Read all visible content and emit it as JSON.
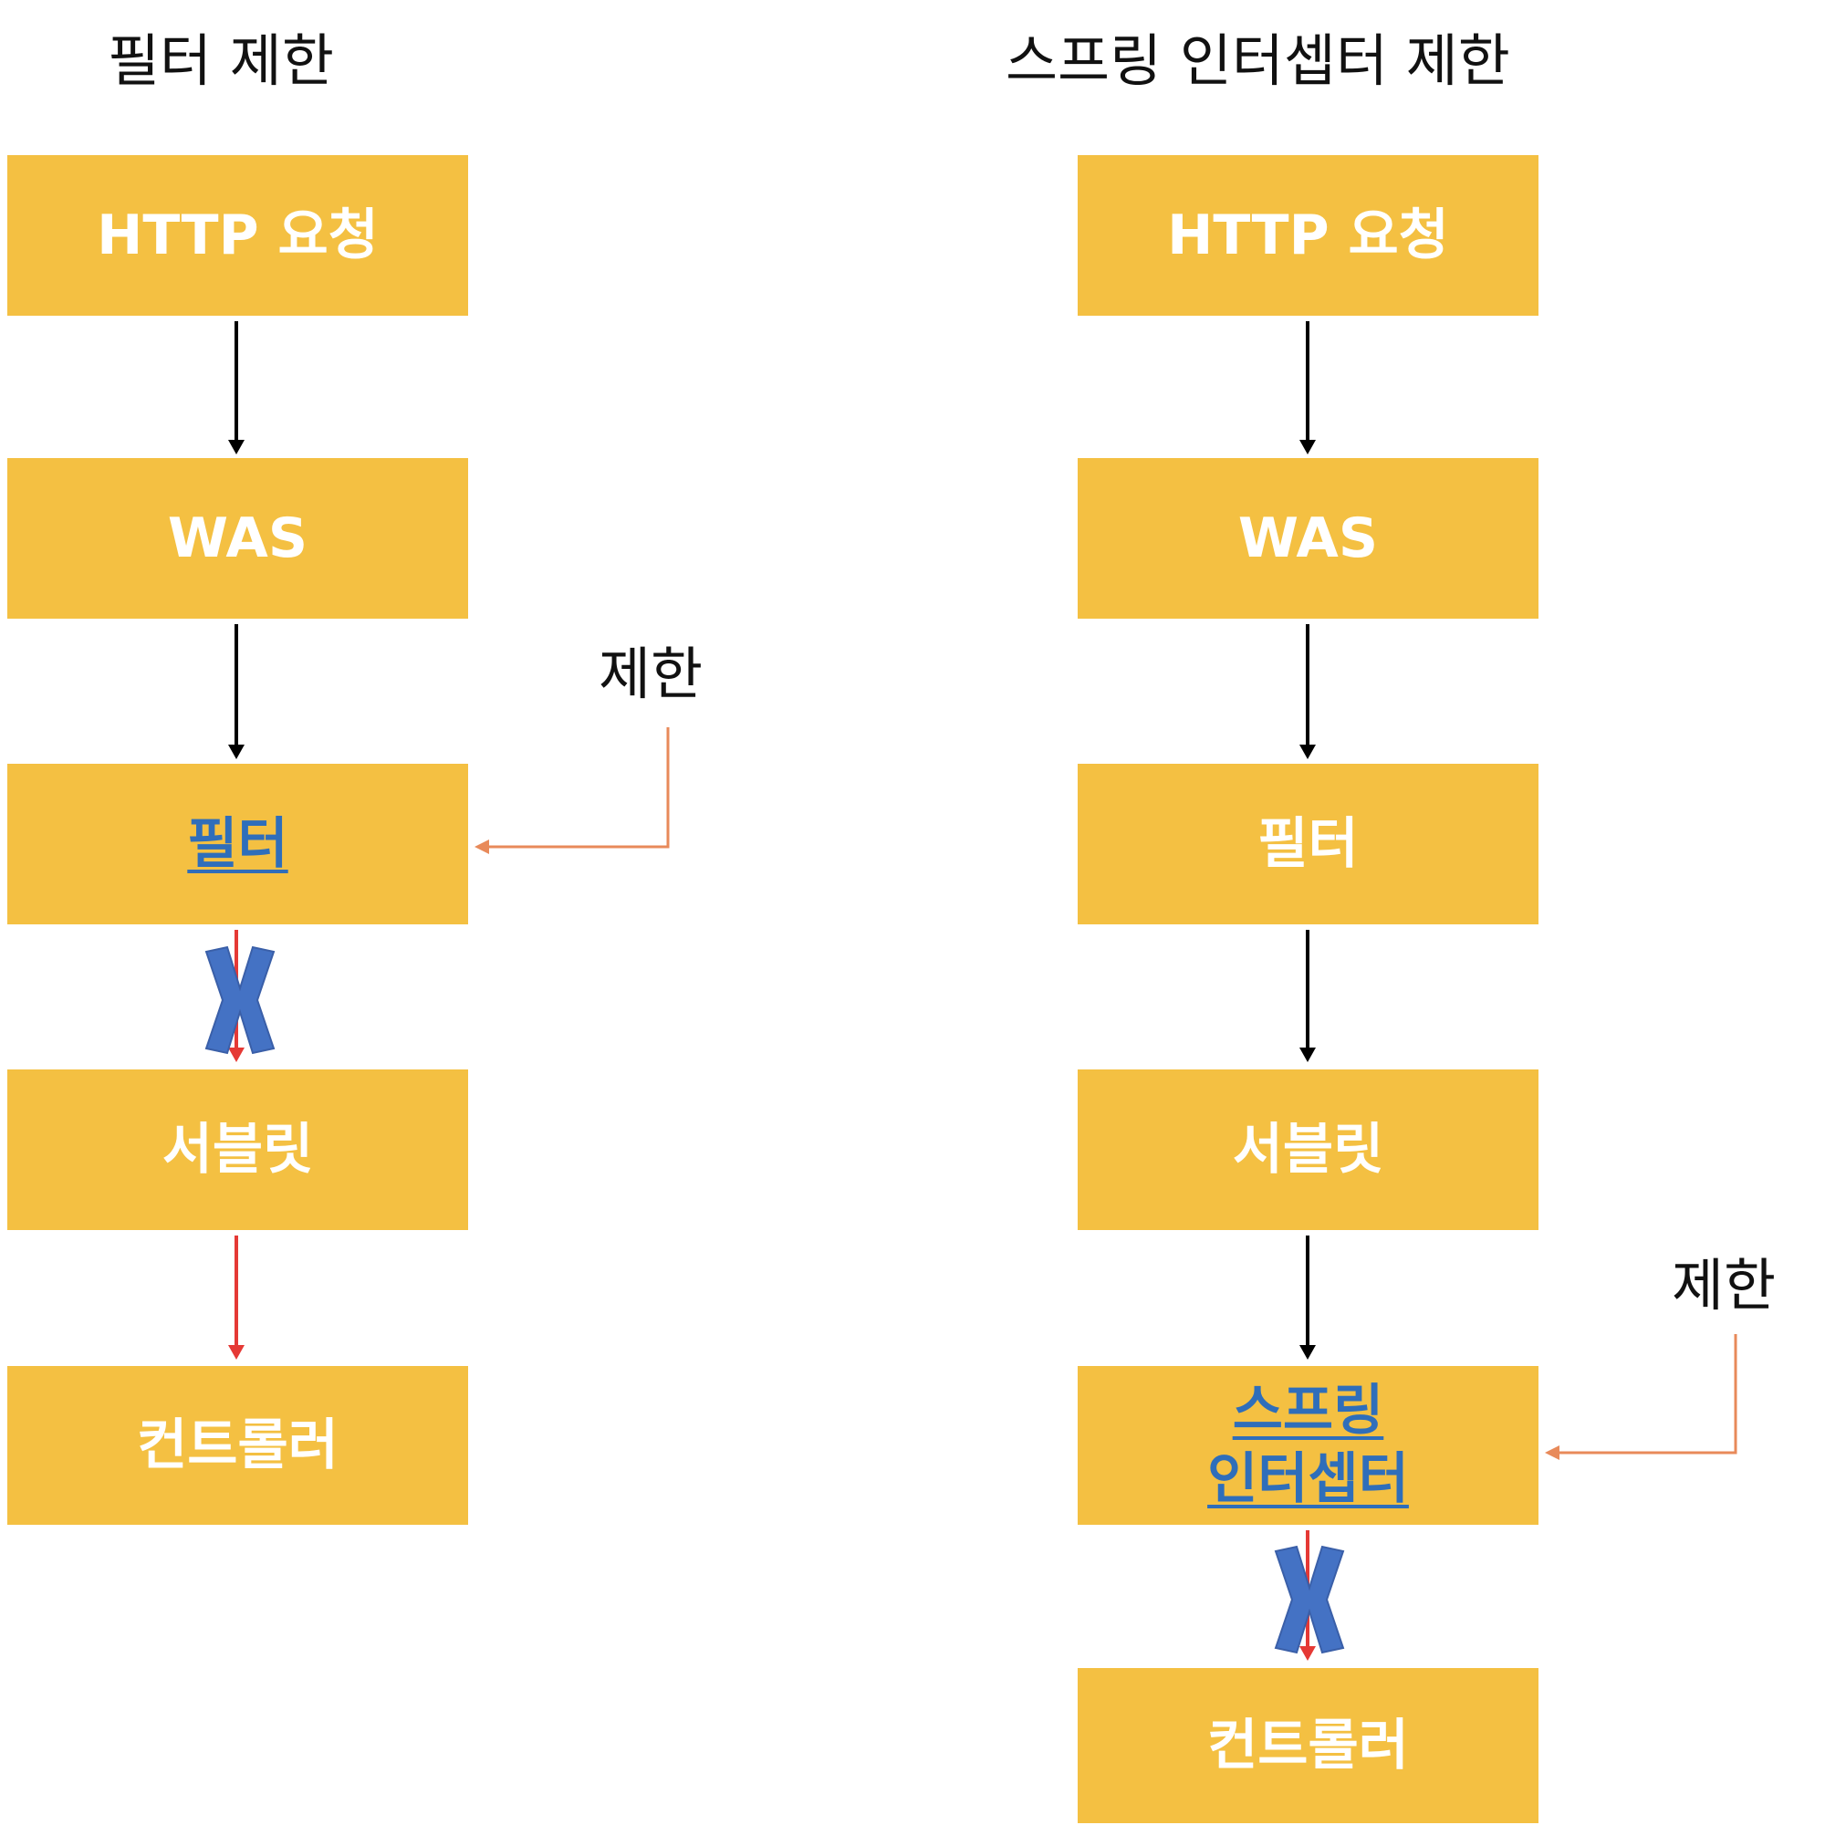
{
  "left": {
    "title": "필터 제한",
    "steps": [
      "HTTP 요청",
      "WAS",
      "필터",
      "서블릿",
      "컨트롤러"
    ],
    "restrict_label": "제한"
  },
  "right": {
    "title": "스프링 인터셉터 제한",
    "steps": [
      "HTTP 요청",
      "WAS",
      "필터",
      "서블릿",
      "스프링\n인터셉터",
      "컨트롤러"
    ],
    "restrict_label": "제한"
  },
  "colors": {
    "box": "#F4C042",
    "box_text": "#FFFFFF",
    "link_text": "#2F6EBA",
    "arrow": "#000000",
    "blocked_arrow": "#E53935",
    "restrict_arrow": "#E88A5A",
    "block_mark": "#4472C4"
  }
}
